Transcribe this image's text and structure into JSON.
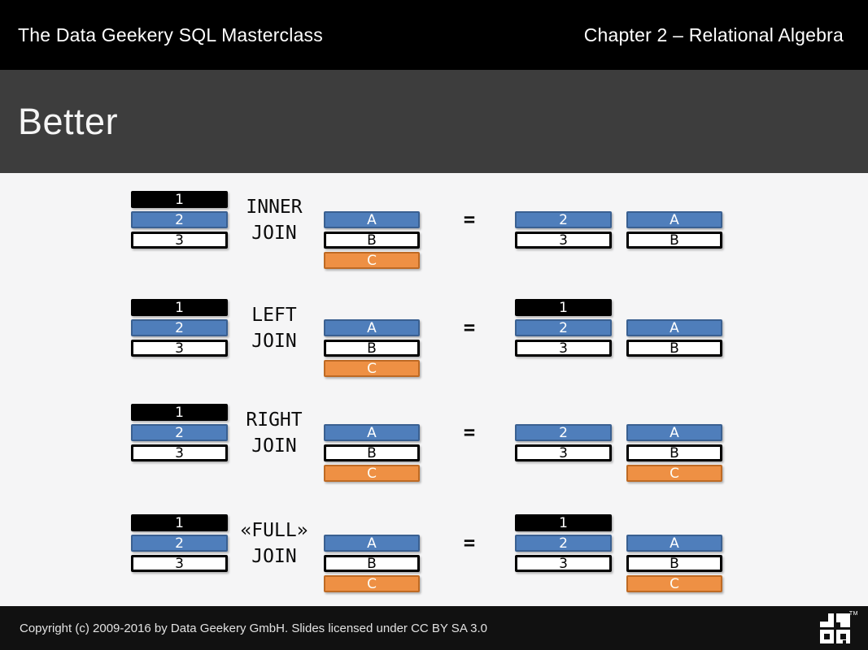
{
  "header": {
    "left_title": "The Data Geekery SQL Masterclass",
    "right_title": "Chapter 2 – Relational Algebra"
  },
  "slide": {
    "title": "Better"
  },
  "footer": {
    "copyright": "Copyright (c) 2009-2016 by Data Geekery GmbH. Slides licensed under CC BY SA 3.0",
    "logo_name": "jooq-logo",
    "trademark": "TM"
  },
  "colors": {
    "header_bg": "#000000",
    "title_band_bg": "#3D3D3D",
    "content_bg": "#F5F5F6",
    "footer_bg": "#111111",
    "bar_black": "#000000",
    "bar_white": "#FFFFFF",
    "bar_white_border": "#000000",
    "blue_fill": "#4F7EBB",
    "blue_border": "#3A6091",
    "orange_fill": "#EE9044",
    "orange_border": "#BE6A24"
  },
  "diagram": {
    "equals_sign": "=",
    "joins": [
      {
        "name": "inner-join",
        "label_lines": [
          "INNER",
          "JOIN"
        ],
        "left_table": [
          {
            "text": "1",
            "style": "black",
            "slot": 0
          },
          {
            "text": "2",
            "style": "blue",
            "slot": 1
          },
          {
            "text": "3",
            "style": "white",
            "slot": 2
          }
        ],
        "right_table": [
          {
            "text": "A",
            "style": "blue",
            "slot": 1
          },
          {
            "text": "B",
            "style": "white",
            "slot": 2
          },
          {
            "text": "C",
            "style": "orange",
            "slot": 3
          }
        ],
        "result_numbers": [
          {
            "text": "2",
            "style": "blue",
            "slot": 1
          },
          {
            "text": "3",
            "style": "white",
            "slot": 2
          }
        ],
        "result_letters": [
          {
            "text": "A",
            "style": "blue",
            "slot": 1
          },
          {
            "text": "B",
            "style": "white",
            "slot": 2
          }
        ]
      },
      {
        "name": "left-join",
        "label_lines": [
          "LEFT",
          "JOIN"
        ],
        "left_table": [
          {
            "text": "1",
            "style": "black",
            "slot": 0
          },
          {
            "text": "2",
            "style": "blue",
            "slot": 1
          },
          {
            "text": "3",
            "style": "white",
            "slot": 2
          }
        ],
        "right_table": [
          {
            "text": "A",
            "style": "blue",
            "slot": 1
          },
          {
            "text": "B",
            "style": "white",
            "slot": 2
          },
          {
            "text": "C",
            "style": "orange",
            "slot": 3
          }
        ],
        "result_numbers": [
          {
            "text": "1",
            "style": "black",
            "slot": 0
          },
          {
            "text": "2",
            "style": "blue",
            "slot": 1
          },
          {
            "text": "3",
            "style": "white",
            "slot": 2
          }
        ],
        "result_letters": [
          {
            "text": "A",
            "style": "blue",
            "slot": 1
          },
          {
            "text": "B",
            "style": "white",
            "slot": 2
          }
        ]
      },
      {
        "name": "right-join",
        "label_lines": [
          "RIGHT",
          "JOIN"
        ],
        "left_table": [
          {
            "text": "1",
            "style": "black",
            "slot": 0
          },
          {
            "text": "2",
            "style": "blue",
            "slot": 1
          },
          {
            "text": "3",
            "style": "white",
            "slot": 2
          }
        ],
        "right_table": [
          {
            "text": "A",
            "style": "blue",
            "slot": 1
          },
          {
            "text": "B",
            "style": "white",
            "slot": 2
          },
          {
            "text": "C",
            "style": "orange",
            "slot": 3
          }
        ],
        "result_numbers": [
          {
            "text": "2",
            "style": "blue",
            "slot": 1
          },
          {
            "text": "3",
            "style": "white",
            "slot": 2
          }
        ],
        "result_letters": [
          {
            "text": "A",
            "style": "blue",
            "slot": 1
          },
          {
            "text": "B",
            "style": "white",
            "slot": 2
          },
          {
            "text": "C",
            "style": "orange",
            "slot": 3
          }
        ]
      },
      {
        "name": "full-join",
        "label_lines": [
          "«FULL»",
          "JOIN"
        ],
        "left_table": [
          {
            "text": "1",
            "style": "black",
            "slot": 0
          },
          {
            "text": "2",
            "style": "blue",
            "slot": 1
          },
          {
            "text": "3",
            "style": "white",
            "slot": 2
          }
        ],
        "right_table": [
          {
            "text": "A",
            "style": "blue",
            "slot": 1
          },
          {
            "text": "B",
            "style": "white",
            "slot": 2
          },
          {
            "text": "C",
            "style": "orange",
            "slot": 3
          }
        ],
        "result_numbers": [
          {
            "text": "1",
            "style": "black",
            "slot": 0
          },
          {
            "text": "2",
            "style": "blue",
            "slot": 1
          },
          {
            "text": "3",
            "style": "white",
            "slot": 2
          }
        ],
        "result_letters": [
          {
            "text": "A",
            "style": "blue",
            "slot": 1
          },
          {
            "text": "B",
            "style": "white",
            "slot": 2
          },
          {
            "text": "C",
            "style": "orange",
            "slot": 3
          }
        ]
      }
    ]
  }
}
